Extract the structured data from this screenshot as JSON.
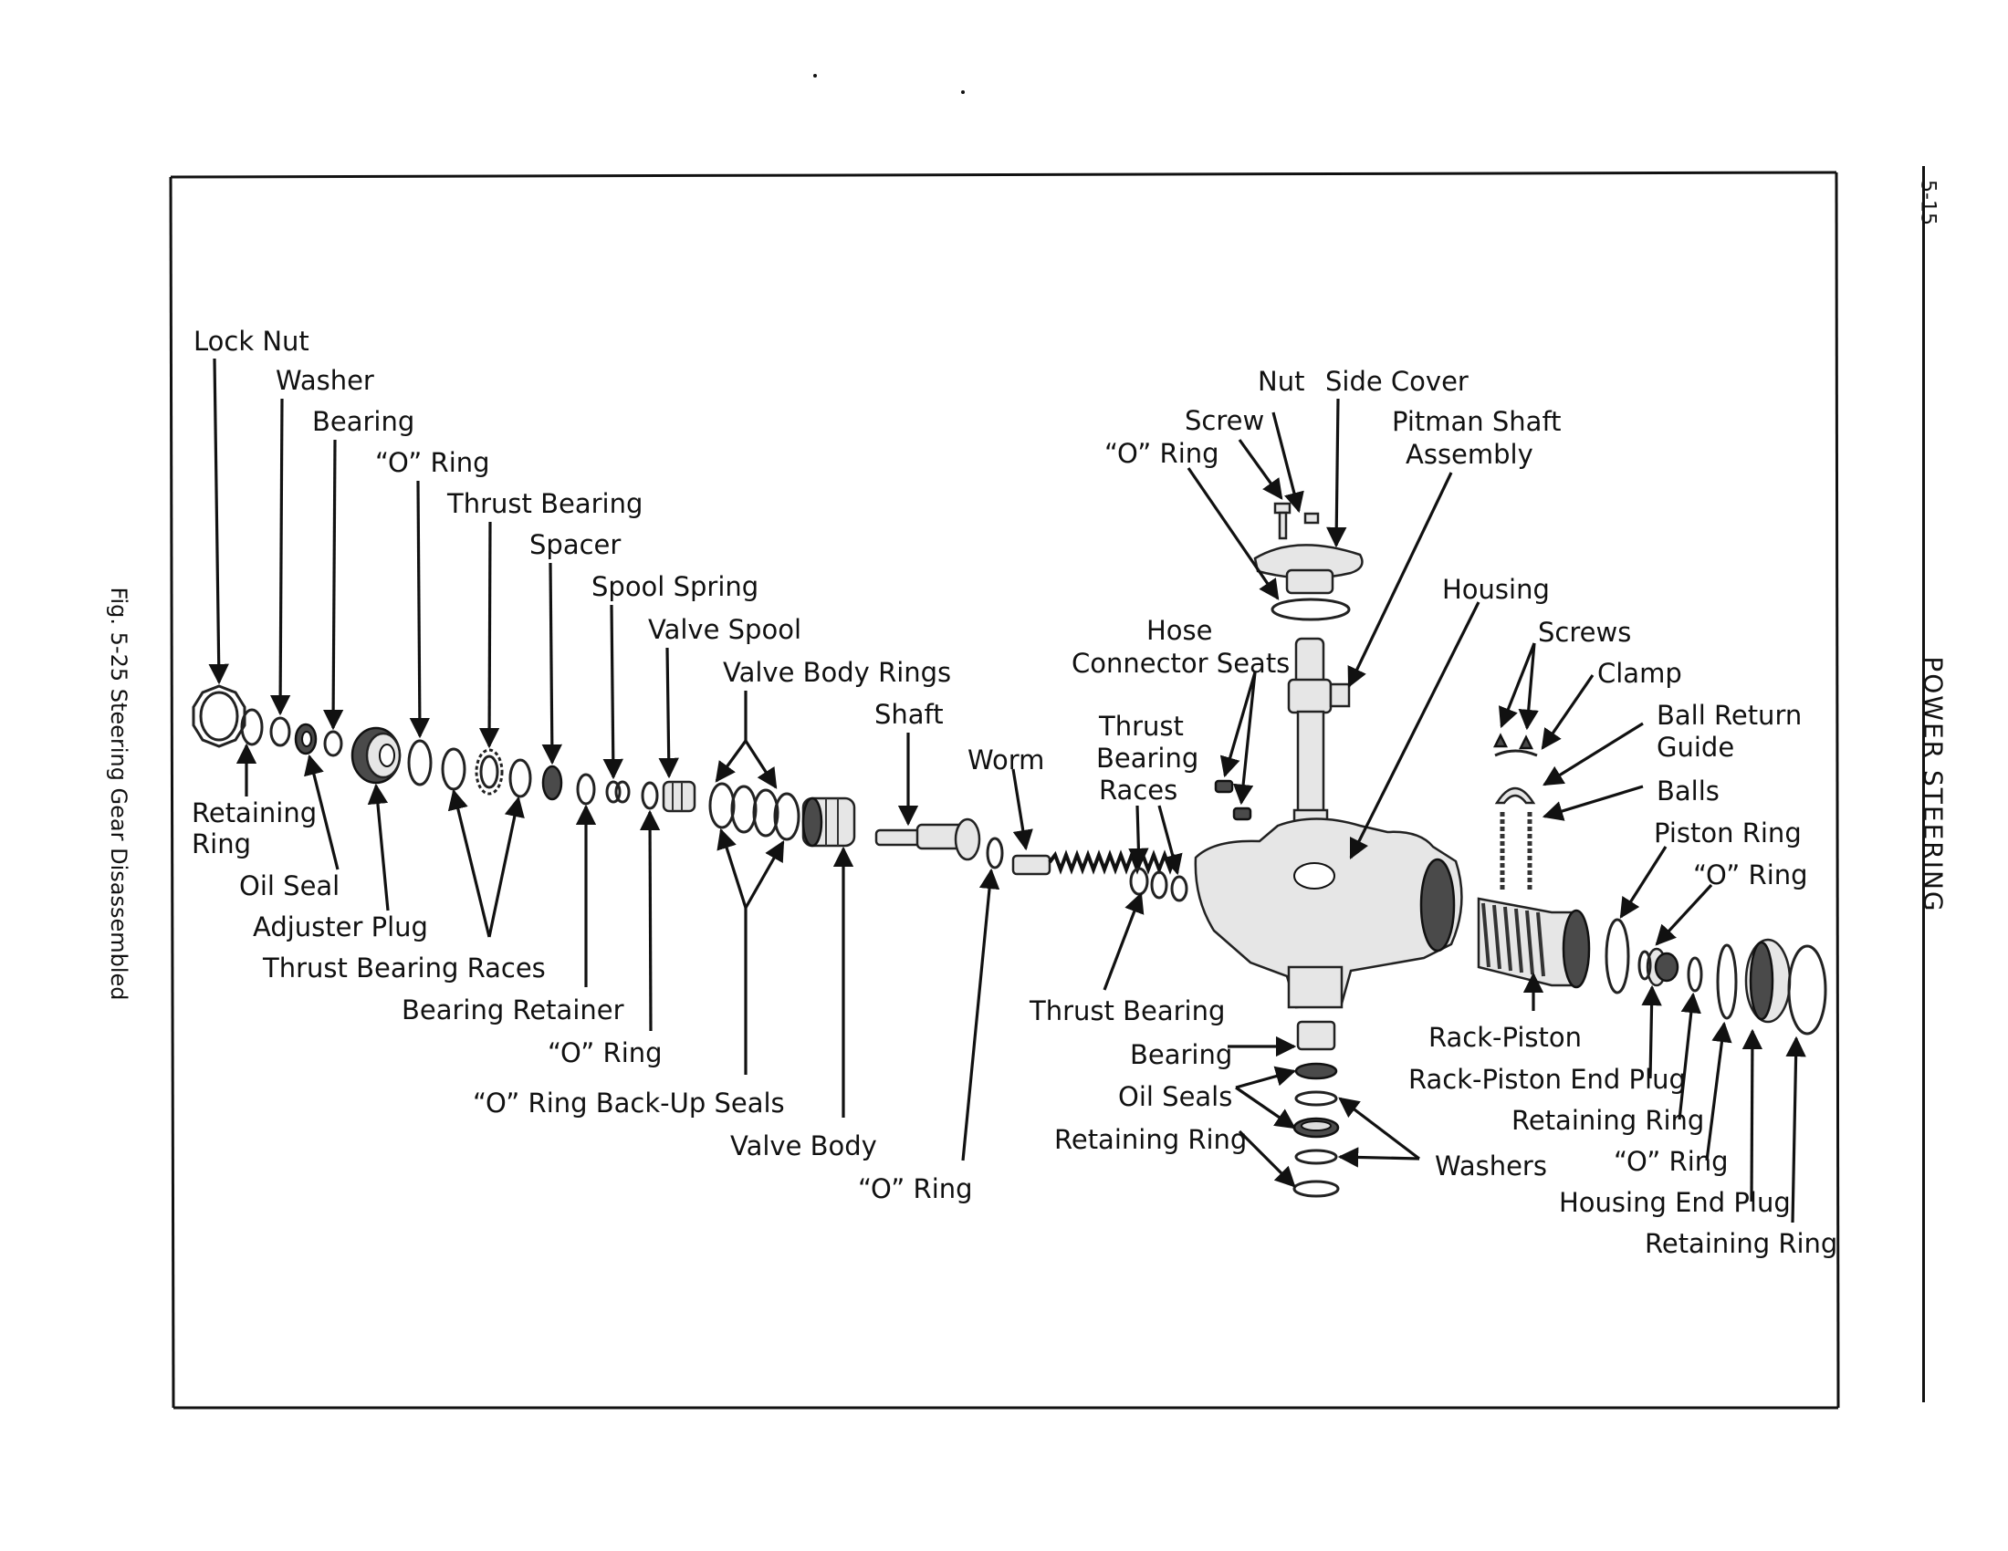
{
  "figure": {
    "caption": "Fig. 5-25  Steering Gear Disassembled",
    "section_title": "POWER STEERING",
    "page_number": "5-15"
  },
  "labels": {
    "lock_nut": "Lock Nut",
    "washer": "Washer",
    "bearing_top": "Bearing",
    "o_ring_1": "“O” Ring",
    "thrust_bearing_top": "Thrust Bearing",
    "spacer": "Spacer",
    "spool_spring": "Spool Spring",
    "valve_spool": "Valve Spool",
    "valve_body_rings": "Valve Body Rings",
    "shaft": "Shaft",
    "worm": "Worm",
    "retaining_ring_left_1": "Retaining",
    "retaining_ring_left_2": "Ring",
    "oil_seal": "Oil Seal",
    "adjuster_plug": "Adjuster Plug",
    "thrust_bearing_races_left": "Thrust Bearing Races",
    "bearing_retainer": "Bearing Retainer",
    "o_ring_2": "“O” Ring",
    "o_ring_backup_seals": "“O” Ring Back-Up Seals",
    "valve_body": "Valve Body",
    "o_ring_3": "“O” Ring",
    "nut": "Nut",
    "side_cover": "Side Cover",
    "screw": "Screw",
    "o_ring_top": "“O” Ring",
    "pitman_shaft_1": "Pitman Shaft",
    "pitman_shaft_2": "Assembly",
    "housing": "Housing",
    "hose_1": "Hose",
    "hose_2": "Connector Seats",
    "thrust_races_1": "Thrust",
    "thrust_races_2": "Bearing",
    "thrust_races_3": "Races",
    "screws": "Screws",
    "clamp": "Clamp",
    "ball_return_1": "Ball Return",
    "ball_return_2": "Guide",
    "balls": "Balls",
    "piston_ring": "Piston Ring",
    "o_ring_right_1": "“O” Ring",
    "thrust_bearing_bottom": "Thrust Bearing",
    "bearing_bottom": "Bearing",
    "oil_seals": "Oil Seals",
    "retaining_ring_bottom": "Retaining Ring",
    "washers": "Washers",
    "rack_piston": "Rack-Piston",
    "rack_piston_end_plug": "Rack-Piston End Plug",
    "retaining_ring_right_1": "Retaining Ring",
    "o_ring_right_2": "“O” Ring",
    "housing_end_plug": "Housing End Plug",
    "retaining_ring_right_2": "Retaining Ring"
  }
}
